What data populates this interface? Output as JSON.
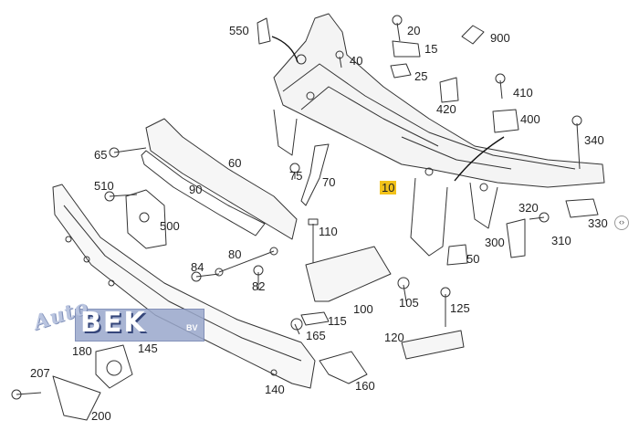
{
  "diagram": {
    "highlight_label": "10",
    "labels": [
      "550",
      "20",
      "15",
      "900",
      "40",
      "25",
      "410",
      "420",
      "400",
      "340",
      "65",
      "60",
      "75",
      "70",
      "510",
      "90",
      "320",
      "500",
      "330",
      "300",
      "310",
      "50",
      "110",
      "80",
      "84",
      "82",
      "100",
      "105",
      "125",
      "115",
      "165",
      "120",
      "180",
      "145",
      "207",
      "140",
      "160",
      "200"
    ]
  },
  "watermark": {
    "script": "Auto",
    "main": "BEK",
    "suffix": "BV"
  },
  "ui": {
    "expand_handle": "‹›"
  },
  "colors": {
    "line": "#333333",
    "highlight": "#f2c21a",
    "watermark": "#9aa8cc"
  }
}
